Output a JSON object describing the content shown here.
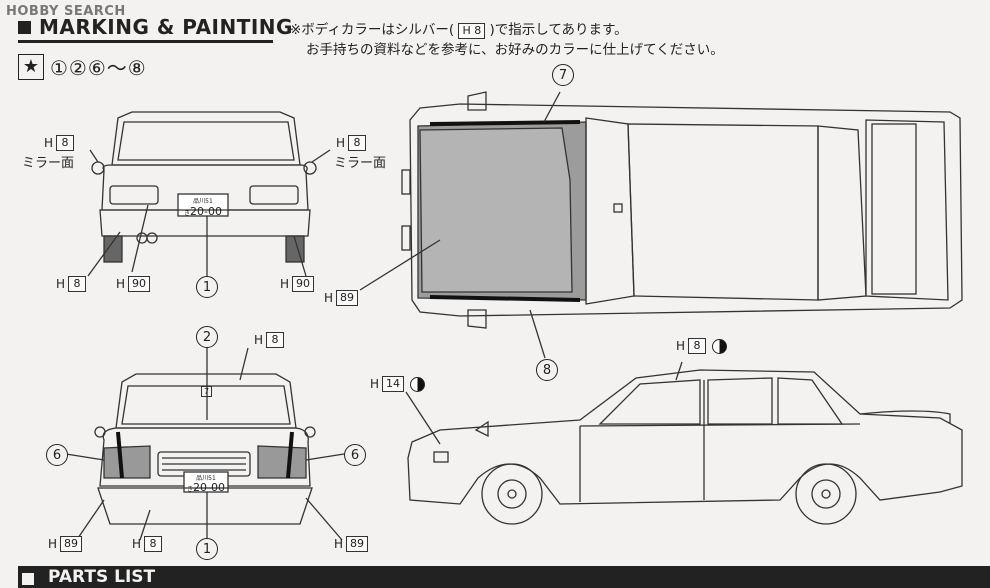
{
  "watermark": "HOBBY SEARCH",
  "header": {
    "title": "MARKING & PAINTING"
  },
  "notes": {
    "line1": "※ボディカラーはシルバー(",
    "line1_code": "H 8",
    "line1_end": ")で指示してあります。",
    "line2": "お手持ちの資料などを参考に、お好みのカラーに仕上げてください。"
  },
  "reference": {
    "star": "★",
    "parts": "①②⑥〜⑧"
  },
  "labels": {
    "mirror_left_code": "8",
    "mirror_left_text": "ミラー面",
    "mirror_right_code": "8",
    "mirror_right_text": "ミラー面",
    "rear_bumper_code": "8",
    "rear_mudflap_code": "90",
    "rear_right_code": "90",
    "top_view_code": "89",
    "front_top_code": "8",
    "side_top_code": "8",
    "side_left_code": "14",
    "front_left_code": "89",
    "front_mid_code": "8",
    "front_right_code": "89",
    "letter": "H"
  },
  "callouts": {
    "rear_1": "1",
    "top_7": "7",
    "top_8": "8",
    "front_2": "2",
    "front_6_left": "6",
    "front_6_right": "6",
    "front_1": "1"
  },
  "plates": {
    "region": "品川51",
    "number": "20-00",
    "prefix": "き",
    "front_small": "7"
  },
  "footer": {
    "title": "PARTS LIST"
  }
}
